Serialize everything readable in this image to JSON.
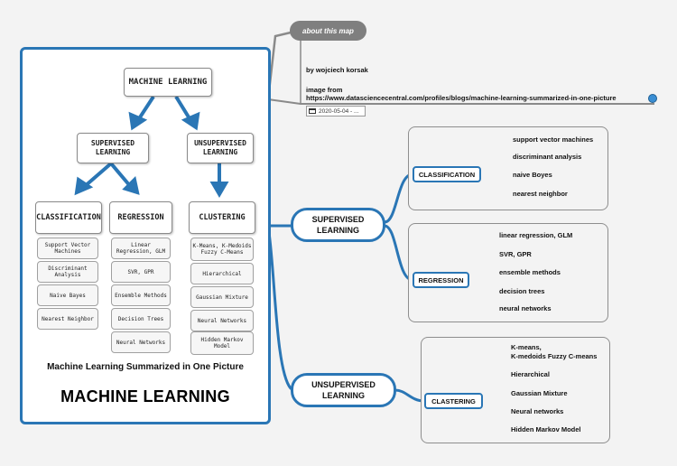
{
  "about": {
    "pill": "about this map",
    "author": "by wojciech korsak",
    "image_from": "image from",
    "url": "https://www.datasciencecentral.com/profiles/blogs/machine-learning-summarized-in-one-picture",
    "date": "2020-05-04 - ..."
  },
  "picture": {
    "top": "MACHINE LEARNING",
    "supervised_l1": "SUPERVISED",
    "supervised_l2": "LEARNING",
    "unsupervised_l1": "UNSUPERVISED",
    "unsupervised_l2": "LEARNING",
    "classification": "CLASSIFICATION",
    "regression": "REGRESSION",
    "clustering": "CLUSTERING",
    "class_items": [
      "Support Vector Machines",
      "Discriminant Analysis",
      "Naive Bayes",
      "Nearest Neighbor"
    ],
    "reg_items": [
      "Linear Regression, GLM",
      "SVR, GPR",
      "Ensemble Methods",
      "Decision Trees",
      "Neural Networks"
    ],
    "clust_items": [
      "K-Means, K-Medoids Fuzzy C-Means",
      "Hierarchical",
      "Gaussian Mixture",
      "Neural Networks",
      "Hidden Markov Model"
    ],
    "subtitle": "Machine Learning Summarized in One Picture",
    "title": "MACHINE LEARNING"
  },
  "map": {
    "supervised": {
      "l1": "SUPERVISED",
      "l2": "LEARNING"
    },
    "unsupervised": {
      "l1": "UNSUPERVISED",
      "l2": "LEARNING"
    },
    "classification": {
      "label": "CLASSIFICATION",
      "leaves": [
        "support vector machines",
        "discriminant analysis",
        "naive Boyes",
        "nearest neighbor"
      ]
    },
    "regression": {
      "label": "REGRESSION",
      "leaves": [
        "linear regression, GLM",
        "SVR, GPR",
        "ensemble methods",
        "decision trees",
        "neural networks"
      ]
    },
    "clustering": {
      "label": "CLASTERING",
      "leaves_kmeans_l1": "K-means,",
      "leaves_kmeans_l2": "K-medoids Fuzzy C-means",
      "leaves": [
        "Hierarchical",
        "Gaussian Mixture",
        "Neural networks",
        "Hidden Markov Model"
      ]
    }
  },
  "colors": {
    "accent": "#2a76b5",
    "pill": "#7f7f7f",
    "background": "#f3f3f3"
  }
}
